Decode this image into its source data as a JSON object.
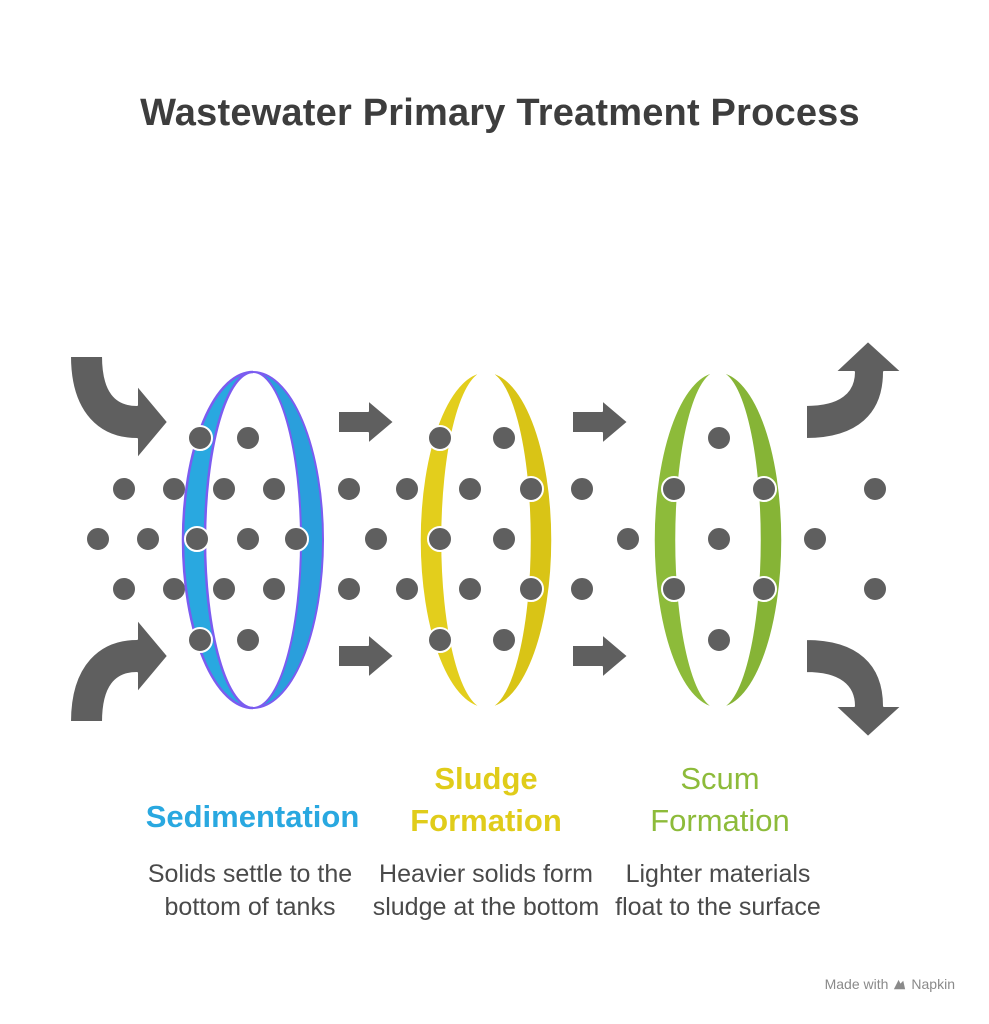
{
  "title": "Wastewater Primary Treatment Process",
  "stages": [
    {
      "heading_line1": "Sedimentation",
      "heading_line2": "",
      "description": "Solids settle to the bottom of tanks",
      "color": "#29a8e0",
      "edge_color": "#7b5cf0"
    },
    {
      "heading_line1": "Sludge",
      "heading_line2": "Formation",
      "description": "Heavier solids form sludge at the bottom",
      "color": "#e0cc1a",
      "edge_color": "#e0cc1a"
    },
    {
      "heading_line1": "Scum",
      "heading_line2": "Formation",
      "description": "Lighter materials float to the surface",
      "color": "#8dbb3a",
      "edge_color": "#8dbb3a"
    }
  ],
  "colors": {
    "arrow": "#5f5f5f",
    "particle": "#5f5f5f",
    "title": "#3d3d3d",
    "text": "#4a4a4a"
  },
  "icons": [
    "curved-inflow-arrow-icon",
    "right-arrow-icon",
    "curved-outflow-arrow-icon",
    "napkin-logo-icon"
  ],
  "footer": {
    "prefix": "Made with",
    "brand": "Napkin"
  }
}
